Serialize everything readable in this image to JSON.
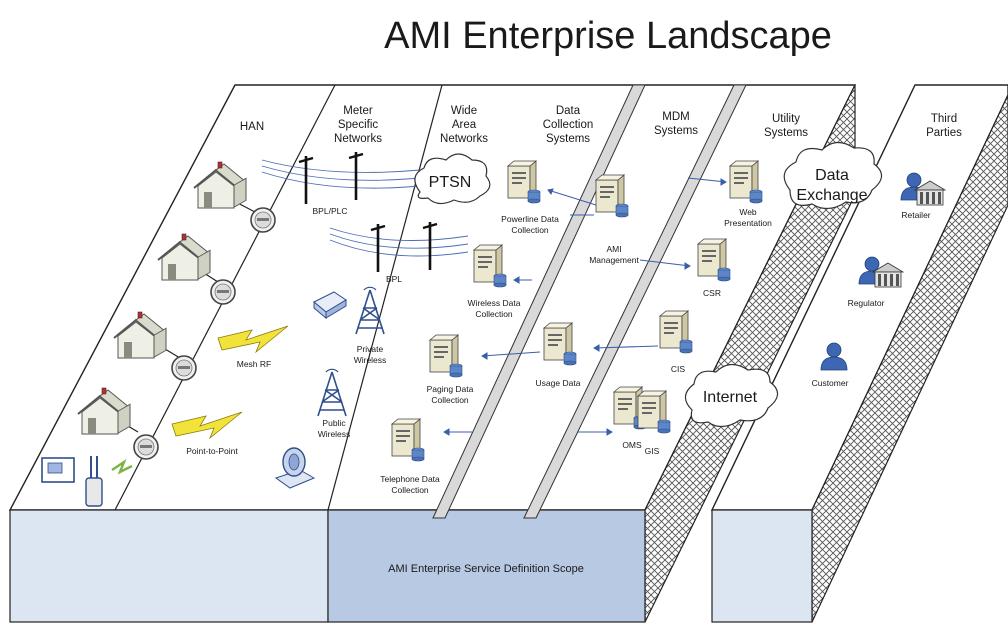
{
  "title": "AMI Enterprise Landscape",
  "lanes": {
    "han": "HAN",
    "meter_1": "Meter",
    "meter_2": "Specific",
    "meter_3": "Networks",
    "wan_1": "Wide",
    "wan_2": "Area",
    "wan_3": "Networks",
    "dcs_1": "Data",
    "dcs_2": "Collection",
    "dcs_3": "Systems",
    "mdm_1": "MDM",
    "mdm_2": "Systems",
    "util_1": "Utility",
    "util_2": "Systems",
    "third_1": "Third",
    "third_2": "Parties"
  },
  "network": {
    "bpl_plc": "BPL/PLC",
    "bpl": "BPL",
    "mesh_rf": "Mesh RF",
    "point_to_point": "Point-to-Point",
    "private_1": "Private",
    "private_2": "Wireless",
    "public_1": "Public",
    "public_2": "Wireless",
    "ptsn": "PTSN"
  },
  "collection": {
    "powerline_1": "Powerline Data",
    "powerline_2": "Collection",
    "wireless_1": "Wireless Data",
    "wireless_2": "Collection",
    "paging_1": "Paging Data",
    "paging_2": "Collection",
    "telephone_1": "Telephone Data",
    "telephone_2": "Collection"
  },
  "mdm": {
    "ami_1": "AMI",
    "ami_2": "Management",
    "usage": "Usage Data"
  },
  "utility": {
    "web_1": "Web",
    "web_2": "Presentation",
    "csr": "CSR",
    "cis": "CIS",
    "oms": "OMS",
    "gis": "GIS"
  },
  "clouds": {
    "data_exchange_1": "Data",
    "data_exchange_2": "Exchange",
    "internet": "Internet"
  },
  "third_parties": {
    "retailer": "Retailer",
    "regulator": "Regulator",
    "customer": "Customer"
  },
  "scope_label": "AMI Enterprise Service Definition Scope",
  "colors": {
    "scope_fill": "#b8c9e3",
    "block_front": "#dce6f3",
    "icon_blue": "#3a5fa8",
    "server": "#e8e4cc"
  }
}
